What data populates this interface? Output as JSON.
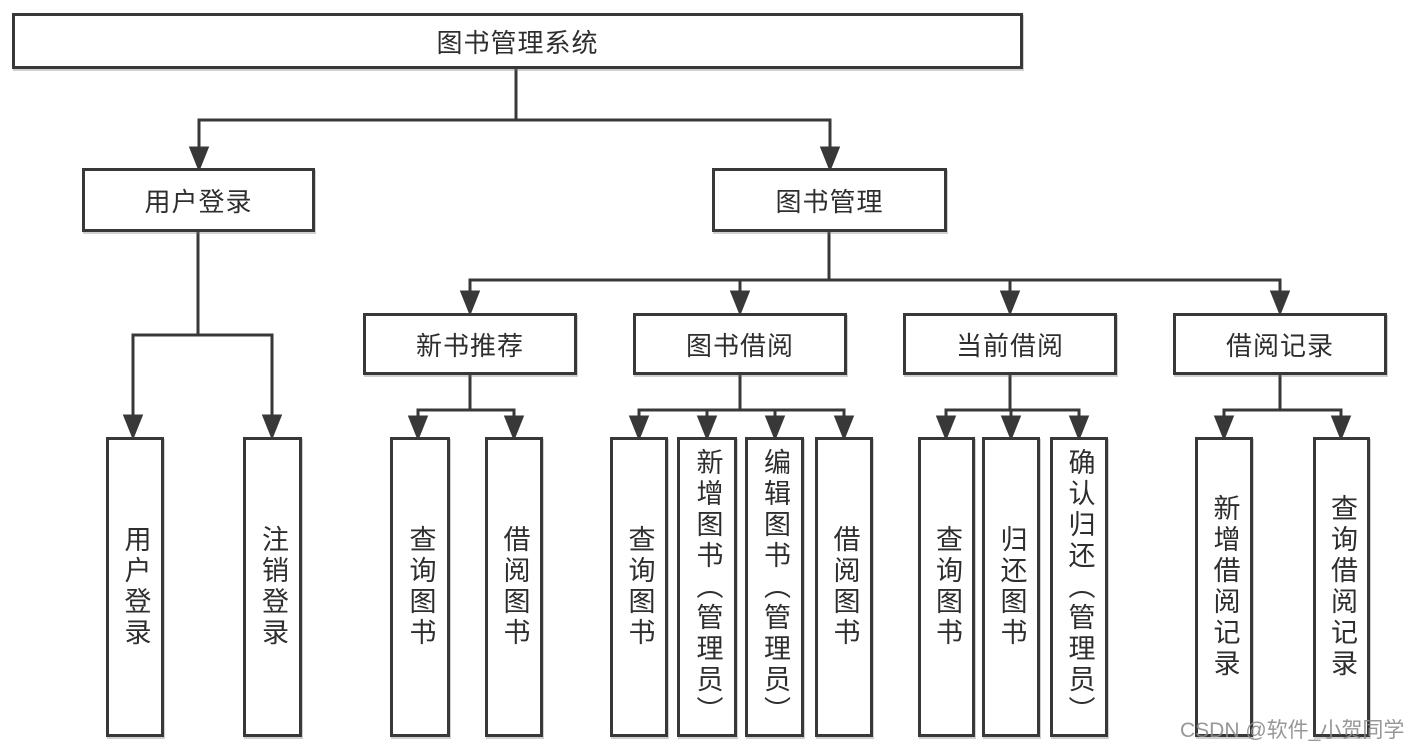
{
  "tree": {
    "root": "图书管理系统",
    "branches": [
      {
        "label": "用户登录",
        "leaves": [
          "用户登录",
          "注销登录"
        ]
      },
      {
        "label": "图书管理",
        "groups": [
          {
            "label": "新书推荐",
            "leaves": [
              "查询图书",
              "借阅图书"
            ]
          },
          {
            "label": "图书借阅",
            "leaves": [
              "查询图书",
              "新增图书（管理员）",
              "编辑图书（管理员）",
              "借阅图书"
            ]
          },
          {
            "label": "当前借阅",
            "leaves": [
              "查询图书",
              "归还图书",
              "确认归还（管理员）"
            ]
          },
          {
            "label": "借阅记录",
            "leaves": [
              "新增借阅记录",
              "查询借阅记录"
            ]
          }
        ]
      }
    ]
  },
  "watermark": {
    "text": "CSDN @软件_小贺同学"
  },
  "colors": {
    "line": "#383838",
    "box_border": "#383838",
    "text": "#2e2e2e",
    "watermark": "#8c8c8c",
    "background": "#ffffff"
  }
}
